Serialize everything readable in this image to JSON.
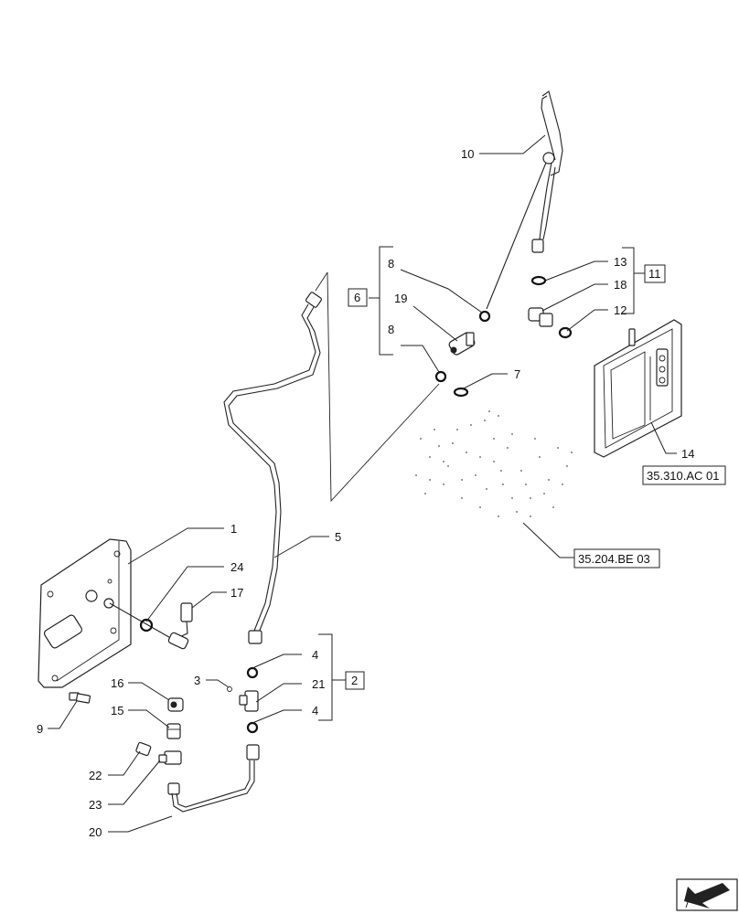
{
  "callouts": [
    "1",
    "24",
    "17",
    "5",
    "3",
    "4",
    "21",
    "4",
    "16",
    "15",
    "9",
    "22",
    "23",
    "20",
    "10",
    "13",
    "18",
    "12",
    "8",
    "19",
    "8",
    "7",
    "14"
  ],
  "boxed_callouts": [
    "6",
    "11",
    "2"
  ],
  "references": [
    "35.310.AC 01",
    "35.204.BE 03"
  ],
  "nav_icon": "arrow-nav-icon"
}
